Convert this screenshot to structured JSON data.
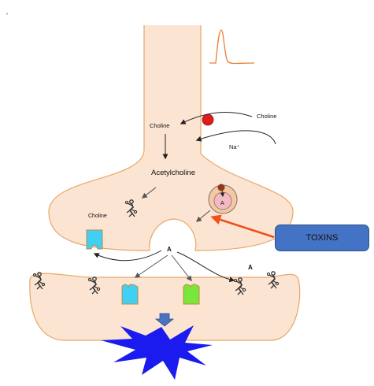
{
  "labels": {
    "choline_outside": "Choline",
    "choline_inside": "Choline",
    "sodium": "Na⁺",
    "acetylcholine": "Acetylcholine",
    "choline_cleft": "Choline",
    "vesicle_mark": "A",
    "cleft_mark": "A",
    "receptor_mark": "A",
    "toxins": "TOXINS"
  },
  "colors": {
    "membrane_fill": "#fce4d2",
    "membrane_stroke": "#e6a868",
    "action_potential": "#ec7f35",
    "choline_transporter": "#e01b1b",
    "vesicle_outer": "#f7c7a0",
    "vesicle_inner": "#f4b9c3",
    "vesicle_cap": "#8b3a1a",
    "receptor_cyan": "#3fd0f3",
    "receptor_green": "#78e63a",
    "toxins_box": "#4472c4",
    "toxins_arrow": "#f0501e",
    "signal_arrow": "#4a72c0",
    "postsynaptic_response": "#1b1bf0"
  }
}
